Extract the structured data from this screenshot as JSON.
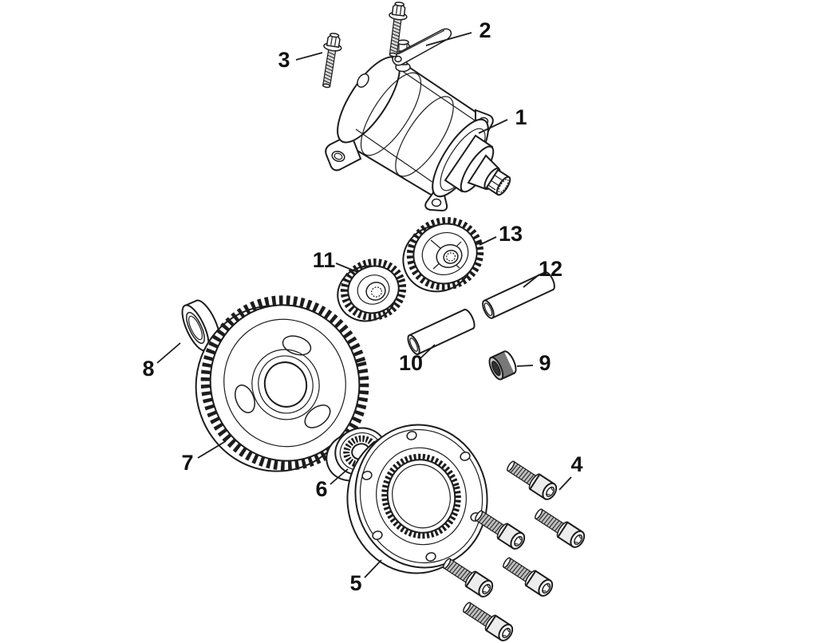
{
  "figure": {
    "background": "#ffffff",
    "line_color": "#1d1d1d"
  },
  "callouts": {
    "c1": "1",
    "c2": "2",
    "c3": "3",
    "c4": "4",
    "c5": "5",
    "c6": "6",
    "c7": "7",
    "c8": "8",
    "c9": "9",
    "c10": "10",
    "c11": "11",
    "c12": "12",
    "c13": "13"
  }
}
